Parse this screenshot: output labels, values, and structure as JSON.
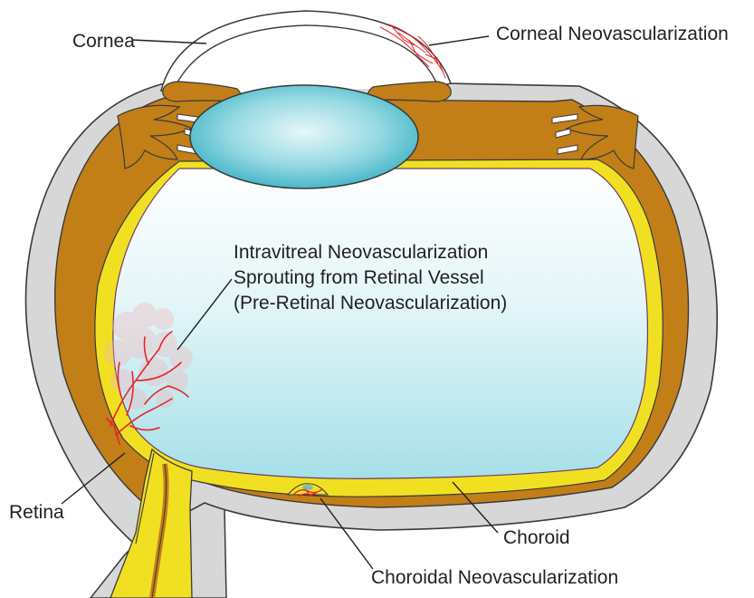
{
  "labels": {
    "cornea": "Cornea",
    "corneal_neovascularization": "Corneal Neovascularization",
    "intravitreal_line1": "Intravitreal Neovascularization",
    "intravitreal_line2": "Sprouting from Retinal Vessel",
    "intravitreal_line3": "(Pre-Retinal Neovascularization)",
    "retina": "Retina",
    "choroid": "Choroid",
    "choroidal_neovascularization": "Choroidal Neovascularization"
  },
  "colors": {
    "sclera": "#d7d7d7",
    "choroid": "#c27f17",
    "retina": "#f1e022",
    "vitreous_top": "#ffffff",
    "vitreous_bottom": "#a8e2ea",
    "lens_center": "#dff4f7",
    "lens_edge": "#3fb8c8",
    "vessels": "#e8242b",
    "outline": "#3a3a3a"
  }
}
